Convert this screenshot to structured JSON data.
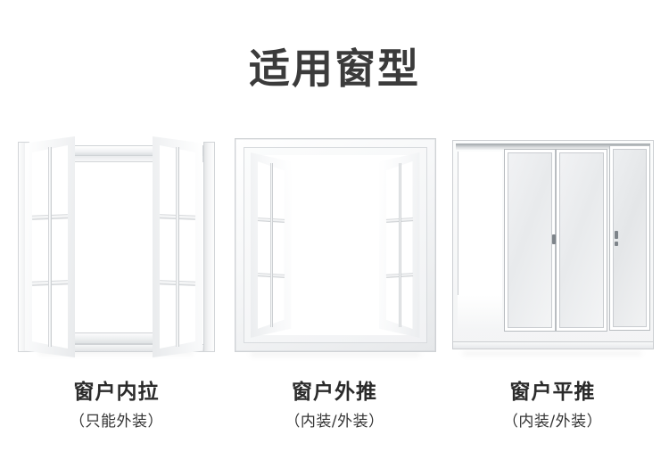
{
  "page": {
    "background_color": "#ffffff",
    "title": "适用窗型",
    "title_color": "#3b3b3b"
  },
  "windows": [
    {
      "id": "window-inward-casement",
      "icon": "inward-opening-casement-window",
      "caption_main": "窗户内拉",
      "caption_sub": "（只能外装）"
    },
    {
      "id": "window-outward-casement",
      "icon": "outward-opening-casement-window",
      "caption_main": "窗户外推",
      "caption_sub": "（内装/外装）"
    },
    {
      "id": "window-sliding",
      "icon": "horizontal-sliding-window",
      "caption_main": "窗户平推",
      "caption_sub": "（内装/外装）"
    }
  ]
}
